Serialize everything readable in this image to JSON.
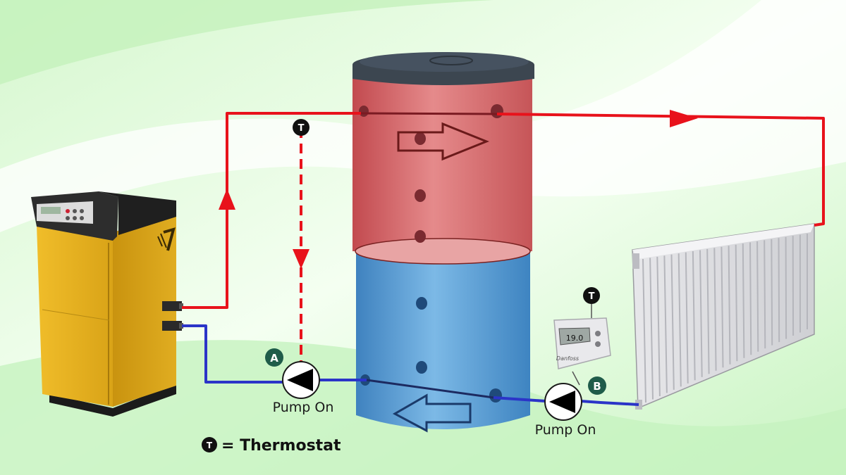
{
  "pump_a": {
    "badge": "A",
    "caption": "Pump On"
  },
  "pump_b": {
    "badge": "B",
    "caption": "Pump On"
  },
  "thermostat_symbol": "T",
  "legend": {
    "symbol": "T",
    "text": "= Thermostat"
  },
  "room_thermostat": {
    "display": "19.0",
    "brand": "Danfoss"
  },
  "colors": {
    "hot_pipe": "#e8121b",
    "cold_pipe": "#2b34c8",
    "tank_hot": "#d96a6c",
    "tank_cold": "#4f97cf",
    "tank_lid": "#3c4650",
    "boiler": "#e3ae1c",
    "boiler_controls": "#2b2b2b",
    "badge": "#1f5c4a",
    "background_wave": "#b8f0b0"
  },
  "icons": {
    "pump": "pump-triangle-icon",
    "thermostat": "thermostat-t-icon",
    "flow_arrow": "hollow-arrow-icon"
  }
}
